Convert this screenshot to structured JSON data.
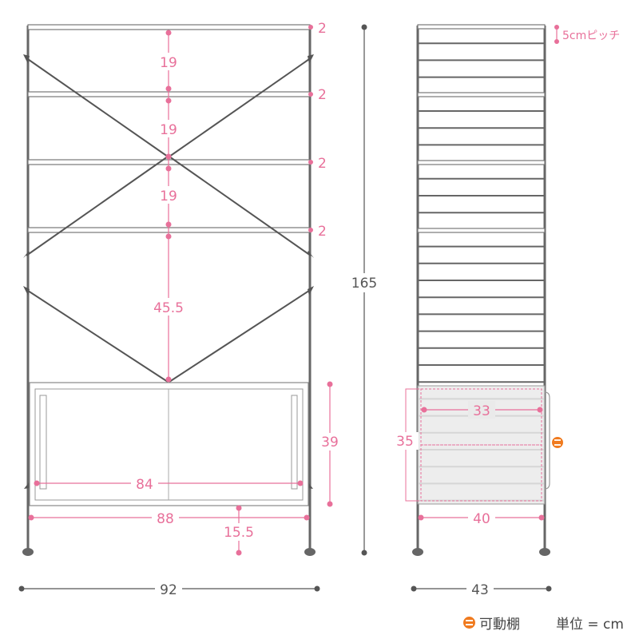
{
  "front_view": {
    "shelf_thickness_labels": [
      "2",
      "2",
      "2",
      "2"
    ],
    "gap_labels": [
      "19",
      "19",
      "19",
      "45.5"
    ],
    "cabinet_inner_width": "84",
    "cabinet_outer_width": "88",
    "bottom_clearance": "15.5",
    "cabinet_height": "39",
    "total_width": "92"
  },
  "total_height": "165",
  "side_view": {
    "pitch_label": "5cmピッチ",
    "inner_depth": "33",
    "drawer_height": "35",
    "shelf_depth": "40",
    "total_depth": "43"
  },
  "legend": {
    "movable_shelf": "可動棚",
    "unit_label": "単位 = cm",
    "movable_icon": "movable-shelf-icon",
    "accent_color": "#f07a1e"
  },
  "colors": {
    "dimension": "#e8709a",
    "frame": "#666666"
  }
}
